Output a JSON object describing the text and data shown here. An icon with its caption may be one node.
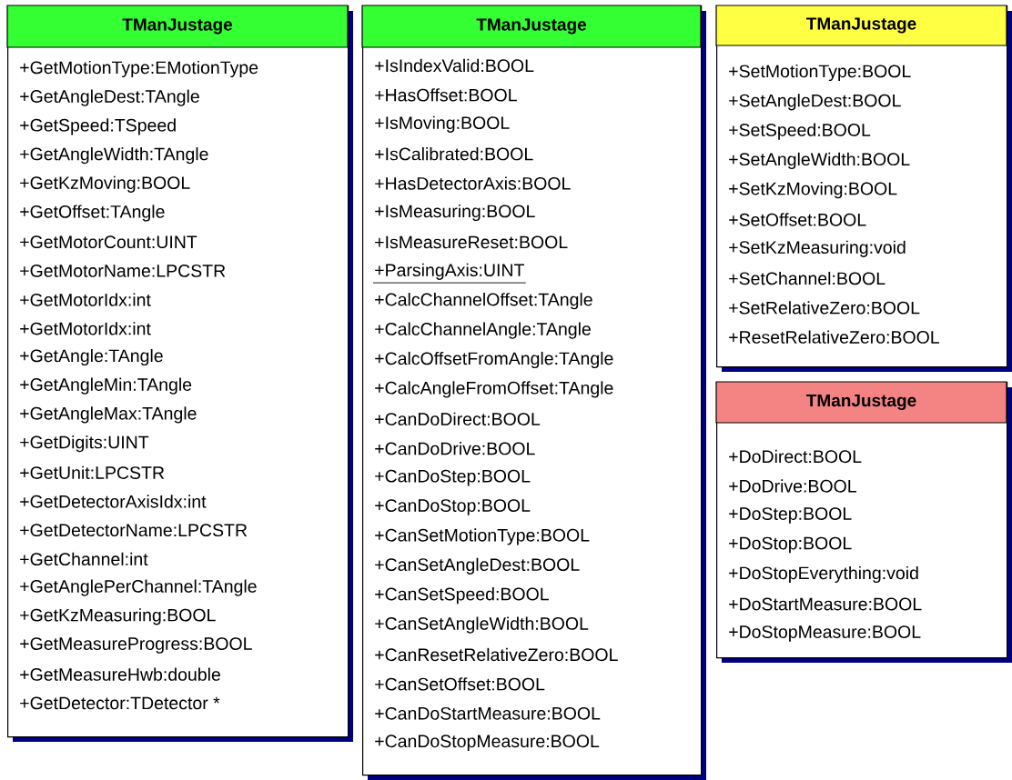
{
  "diagram": {
    "nodes": [
      {
        "text": [
          "TManJustage",
          "+GetMotionType:EMotionType",
          "+GetAngleDest:TAngle",
          "+GetSpeed:TSpeed",
          "+GetAngleWidth:TAngle",
          "+GetKzMoving:BOOL",
          "+GetOffset:TAngle",
          "+GetMotorCount:UINT",
          "+GetMotorName:LPCSTR",
          "+GetMotorIdx:int",
          "+GetMotorIdx:int",
          "+GetAngle:TAngle",
          "+GetAngleMin:TAngle",
          "+GetAngleMax:TAngle",
          "+GetDigits:UINT",
          "+GetUnit:LPCSTR",
          "+GetDetectorAxisIdx:int",
          "+GetDetectorName:LPCSTR",
          "+GetChannel:int",
          "+GetAnglePerChannel:TAngle",
          "+GetKzMeasuring:BOOL",
          "+GetMeasureProgress:BOOL",
          "+GetMeasureHwb:double",
          "+GetDetector:TDetector *"
        ]
      },
      {
        "text": [
          "TManJustage",
          "+IsIndexValid:BOOL",
          "+HasOffset:BOOL",
          "+IsMoving:BOOL",
          "+IsCalibrated:BOOL",
          "+HasDetectorAxis:BOOL",
          "+IsMeasuring:BOOL",
          "+IsMeasureReset:BOOL",
          "+ParsingAxis:UINT",
          "+CalcChannelOffset:TAngle",
          "+CalcChannelAngle:TAngle",
          "+CalcOffsetFromAngle:TAngle",
          "+CalcAngleFromOffset:TAngle",
          "+CanDoDirect:BOOL",
          "+CanDoDrive:BOOL",
          "+CanDoStep:BOOL",
          "+CanDoStop:BOOL",
          "+CanSetMotionType:BOOL",
          "+CanSetAngleDest:BOOL",
          "+CanSetSpeed:BOOL",
          "+CanSetAngleWidth:BOOL",
          "+CanResetRelativeZero:BOOL",
          "+CanSetOffset:BOOL",
          "+CanDoStartMeasure:BOOL",
          "+CanDoStopMeasure:BOOL"
        ]
      },
      {
        "text": [
          "TManJustage",
          "+SetMotionType:BOOL",
          "+SetAngleDest:BOOL",
          "+SetSpeed:BOOL",
          "+SetAngleWidth:BOOL",
          "+SetKzMoving:BOOL",
          "+SetOffset:BOOL",
          "+SetKzMeasuring:void",
          "+SetChannel:BOOL",
          "+SetRelativeZero:BOOL",
          "+ResetRelativeZero:BOOL"
        ]
      },
      {
        "text": [
          "TManJustage",
          "+DoDirect:BOOL",
          "+DoDrive:BOOL",
          "+DoStep:BOOL",
          "+DoStop:BOOL",
          "+DoStopEverything:void",
          "+DoStartMeasure:BOOL",
          "+DoStopMeasure:BOOL"
        ]
      }
    ]
  }
}
